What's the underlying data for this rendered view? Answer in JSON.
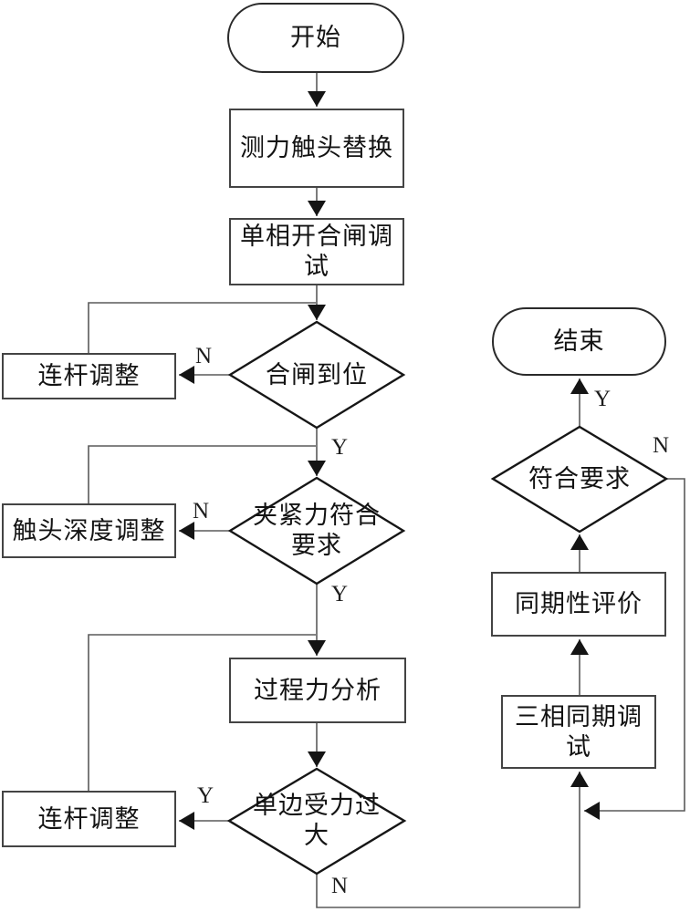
{
  "diagram": {
    "type": "flowchart",
    "language": "zh-CN",
    "colors": {
      "background": "#ffffff",
      "connector": "#5a5a5a",
      "shape_border": "#3a3a3a",
      "diamond_border": "#161616",
      "arrowhead": "#141414",
      "text": "#131313"
    },
    "nodes": {
      "start": {
        "label": "开始",
        "type": "terminator"
      },
      "replace": {
        "label": "测力触头替换",
        "type": "process"
      },
      "single_phase": {
        "label": "单相开合闸调试",
        "type": "process"
      },
      "close_check": {
        "label": "合闸到位",
        "type": "decision"
      },
      "linkage_1": {
        "label": "连杆调整",
        "type": "process"
      },
      "clamp_check": {
        "label": "夹紧力符合要求",
        "type": "decision"
      },
      "contact_depth": {
        "label": "触头深度调整",
        "type": "process"
      },
      "process_force": {
        "label": "过程力分析",
        "type": "process"
      },
      "unilateral": {
        "label": "单边受力过大",
        "type": "decision"
      },
      "linkage_2": {
        "label": "连杆调整",
        "type": "process"
      },
      "end": {
        "label": "结束",
        "type": "terminator"
      },
      "meet_check": {
        "label": "符合要求",
        "type": "decision"
      },
      "sync_eval": {
        "label": "同期性评价",
        "type": "process"
      },
      "three_phase": {
        "label": "三相同期调试",
        "type": "process"
      }
    },
    "edges": [
      {
        "from": "start",
        "to": "replace",
        "label": ""
      },
      {
        "from": "replace",
        "to": "single_phase",
        "label": ""
      },
      {
        "from": "single_phase",
        "to": "close_check",
        "label": ""
      },
      {
        "from": "close_check",
        "to": "linkage_1",
        "label": "N"
      },
      {
        "from": "linkage_1",
        "to": "close_check",
        "label": ""
      },
      {
        "from": "close_check",
        "to": "clamp_check",
        "label": "Y"
      },
      {
        "from": "clamp_check",
        "to": "contact_depth",
        "label": "N"
      },
      {
        "from": "contact_depth",
        "to": "clamp_check",
        "label": ""
      },
      {
        "from": "clamp_check",
        "to": "process_force",
        "label": "Y"
      },
      {
        "from": "process_force",
        "to": "unilateral",
        "label": ""
      },
      {
        "from": "unilateral",
        "to": "linkage_2",
        "label": "Y"
      },
      {
        "from": "linkage_2",
        "to": "process_force",
        "label": ""
      },
      {
        "from": "unilateral",
        "to": "three_phase",
        "label": "N"
      },
      {
        "from": "three_phase",
        "to": "sync_eval",
        "label": ""
      },
      {
        "from": "sync_eval",
        "to": "meet_check",
        "label": ""
      },
      {
        "from": "meet_check",
        "to": "end",
        "label": "Y"
      },
      {
        "from": "meet_check",
        "to": "three_phase",
        "label": "N"
      }
    ]
  }
}
